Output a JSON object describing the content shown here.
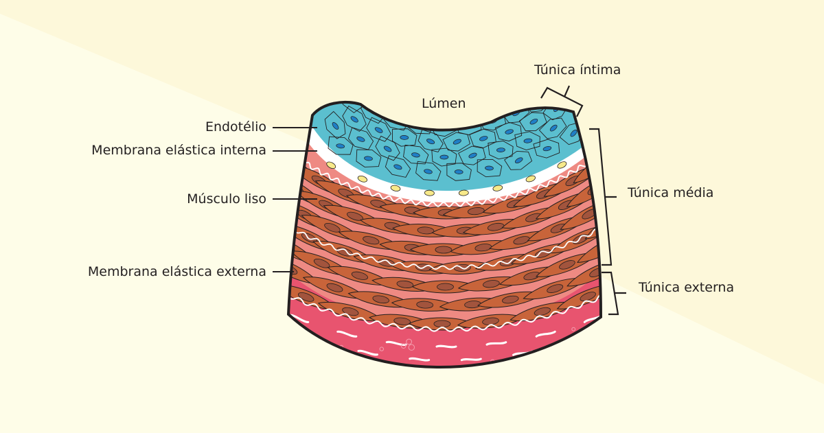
{
  "labels": {
    "lumen": "Lúmen",
    "tunica_intima": "Túnica íntima",
    "tunica_media": "Túnica média",
    "tunica_externa": "Túnica externa",
    "endotelio": "Endotélio",
    "membrana_interna": "Membrana elástica interna",
    "musculo_liso": "Músculo liso",
    "membrana_externa": "Membrana elástica externa"
  },
  "colors": {
    "background": "#fefde8",
    "background_band": "#fdf8da",
    "endothelium": "#5bbfcf",
    "endothelium_nucleus": "#1f7fc6",
    "intima_membrane": "#ffffff",
    "intima_cell": "#f7e98a",
    "media_light": "#ee8a83",
    "smooth_muscle": "#c8643a",
    "smooth_muscle_nucleus": "#a2543d",
    "externa": "#e8546f",
    "outline": "#231f20"
  }
}
